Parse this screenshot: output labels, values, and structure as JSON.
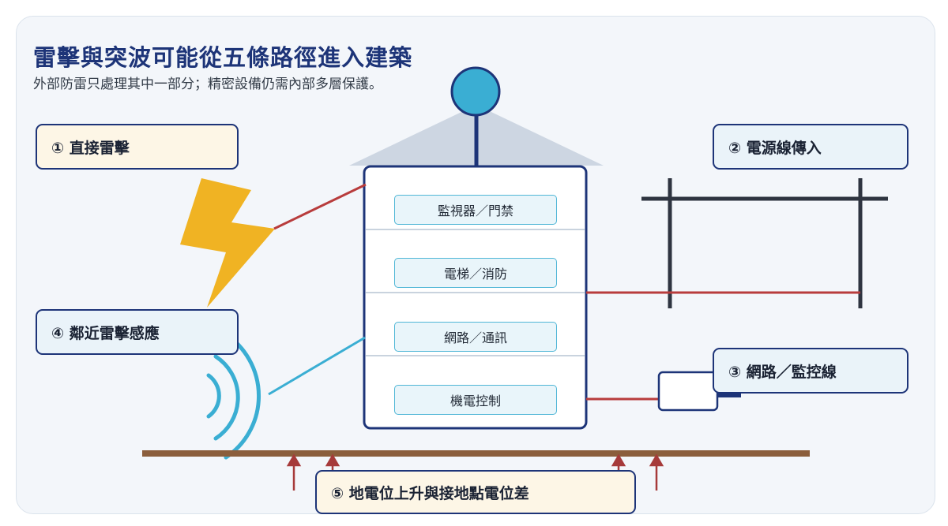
{
  "header": {
    "title": "雷擊與突波可能從五條路徑進入建築",
    "subtitle": "外部防雷只處理其中一部分；精密設備仍需內部多層保護。"
  },
  "paths": {
    "direct_strike": "① 直接雷擊",
    "power_line": "② 電源線傳入",
    "network_line": "③ 網路／監控線",
    "nearby_induction": "④ 鄰近雷擊感應",
    "ground_potential": "⑤ 地電位上升與接地點電位差"
  },
  "floors": [
    "監視器／門禁",
    "電梯／消防",
    "網路／通訊",
    "機電控制"
  ],
  "colors": {
    "navy": "#1d3478",
    "surge_red": "#b83c3c",
    "induction_blue": "#3aaed3",
    "lightning_yellow": "#f0b323",
    "ground_brown": "#8b5e3c",
    "arrow_red": "#a63a3a"
  },
  "icons": [
    "lightning-bolt-icon",
    "air-terminal-icon",
    "induction-waves-icon",
    "surge-protector-icon",
    "ground-rise-arrow-icon"
  ]
}
